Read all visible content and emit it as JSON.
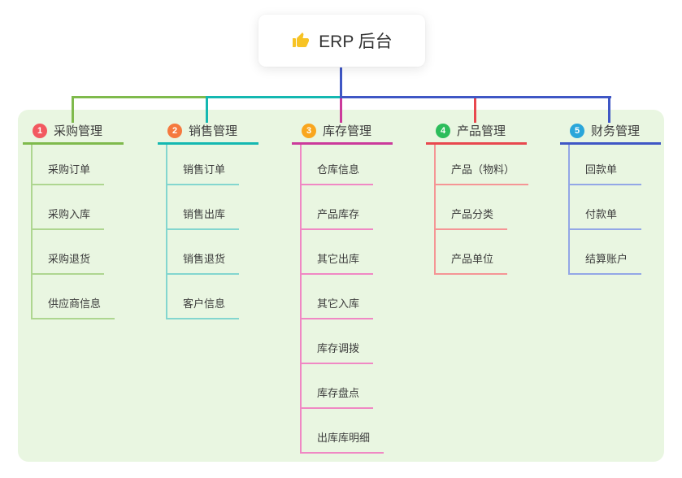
{
  "colors": {
    "page_bg": "#ffffff",
    "panel_bg": "#e9f6e1",
    "connector": "#3f57c5",
    "text": "#3c3c3c"
  },
  "root": {
    "icon": "thumbs-up",
    "title": "ERP 后台"
  },
  "branches": [
    {
      "badge": "1",
      "label": "采购管理",
      "badge_color": "#f25960",
      "line_color": "#7fba4c",
      "child_line_color": "#aed690",
      "children": [
        "采购订单",
        "采购入库",
        "采购退货",
        "供应商信息"
      ]
    },
    {
      "badge": "2",
      "label": "销售管理",
      "badge_color": "#f5793e",
      "line_color": "#14b8b1",
      "child_line_color": "#83d6cf",
      "children": [
        "销售订单",
        "销售出库",
        "销售退货",
        "客户信息"
      ]
    },
    {
      "badge": "3",
      "label": "库存管理",
      "badge_color": "#f9a61e",
      "line_color": "#cb3a9b",
      "child_line_color": "#f088c4",
      "children": [
        "仓库信息",
        "产品库存",
        "其它出库",
        "其它入库",
        "库存调拨",
        "库存盘点",
        "出库库明细"
      ]
    },
    {
      "badge": "4",
      "label": "产品管理",
      "badge_color": "#2cbd5b",
      "line_color": "#e8484e",
      "child_line_color": "#f59595",
      "children": [
        "产品（物料）",
        "产品分类",
        "产品单位"
      ]
    },
    {
      "badge": "5",
      "label": "财务管理",
      "badge_color": "#2aa6da",
      "line_color": "#3f57c5",
      "child_line_color": "#93a7e6",
      "children": [
        "回款单",
        "付款单",
        "结算账户"
      ]
    }
  ]
}
